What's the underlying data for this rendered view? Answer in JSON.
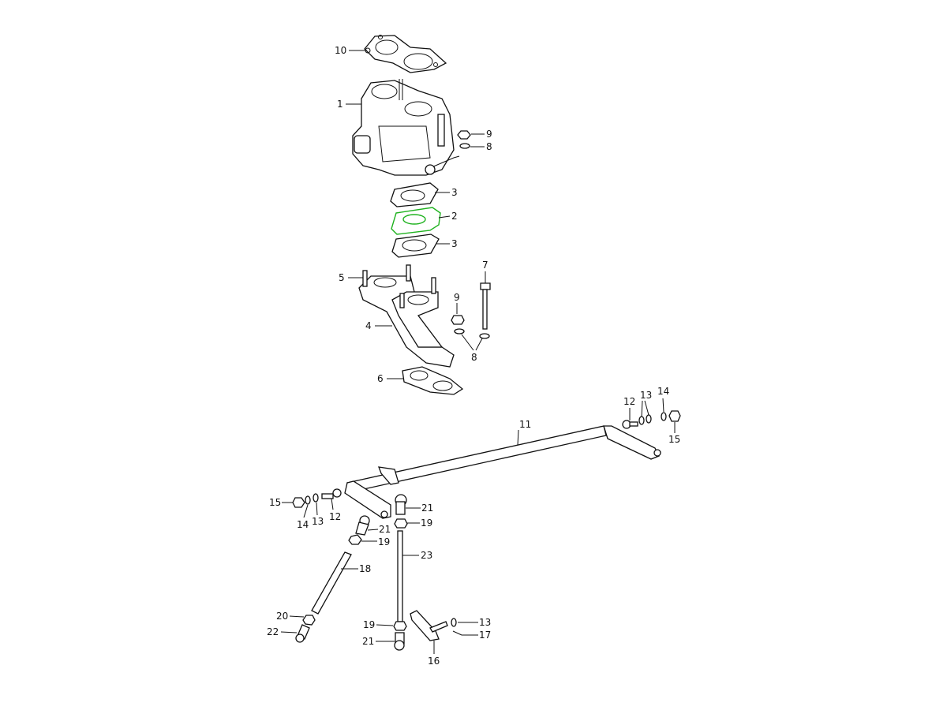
{
  "callouts": [
    "10",
    "1",
    "9",
    "8",
    "3",
    "2",
    "3",
    "5",
    "7",
    "9",
    "4",
    "8",
    "6",
    "11",
    "12",
    "13",
    "14",
    "15",
    "15",
    "14",
    "13",
    "12",
    "21",
    "19",
    "21",
    "19",
    "23",
    "18",
    "20",
    "22",
    "19",
    "21",
    "13",
    "17",
    "16"
  ],
  "highlight_color": "#1fb21f"
}
